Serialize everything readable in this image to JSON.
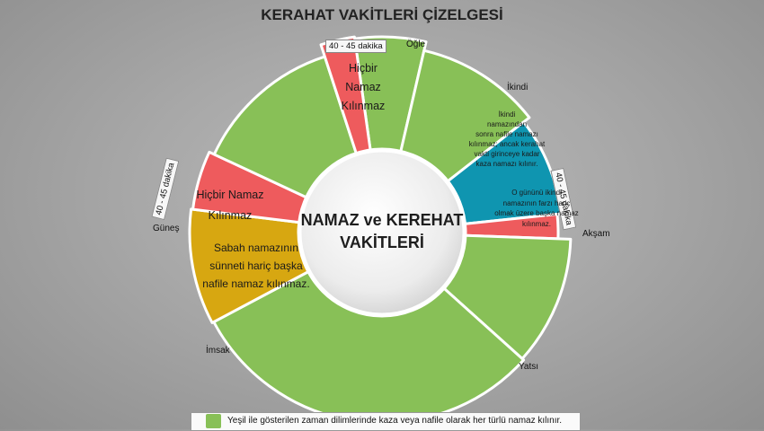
{
  "title": "KERAHAT VAKİTLERİ ÇİZELGESİ",
  "center_label_line1": "NAMAZ ve KEREHAT",
  "center_label_line2": "VAKİTLERİ",
  "times": {
    "ogle": "Öğle",
    "ikindi": "İkindi",
    "aksam": "Akşam",
    "yatsi": "Yatsı",
    "imsak": "İmsak",
    "gunes": "Güneş"
  },
  "durations": {
    "top": "40 - 45 dakika",
    "left": "40 - 45 dakika",
    "right": "40 - 45 dakika"
  },
  "segments": {
    "red_top": [
      "Hiçbir",
      "Namaz",
      "Kılınmaz"
    ],
    "red_left": [
      "Hiçbir Namaz",
      "Kılınmaz"
    ],
    "yellow": [
      "Sabah namazının",
      "sünneti hariç başka",
      "nafile namaz kılınmaz."
    ],
    "blue": [
      "İkindi",
      "namazından",
      "sonra nafile namazı",
      "kılınmaz; ancak kerahat",
      "vakti girinceye kadar",
      "kaza namazı kılınır."
    ],
    "red_right": [
      "O gününü ikindi",
      "namazının farzı hariç",
      "olmak üzere başka namaz",
      "kılınmaz."
    ]
  },
  "legend": "Yeşil ile gösterilen zaman dilimlerinde kaza veya nafile olarak her türlü namaz kılınır.",
  "colors": {
    "green": "#88c057",
    "red": "#ee5b5d",
    "yellow": "#d7a711",
    "blue": "#0f95b0",
    "center": "#efefef"
  }
}
